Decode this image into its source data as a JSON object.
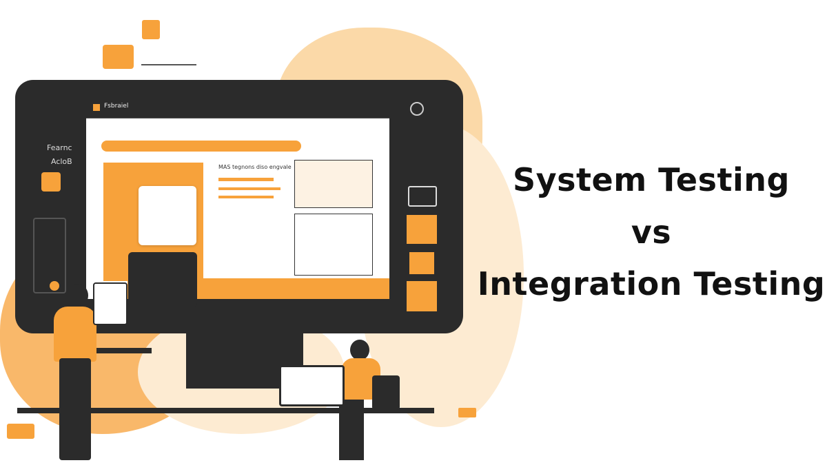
{
  "headline": {
    "line1": "System Testing",
    "line2": "vs",
    "line3": "Integration Testing"
  },
  "illustration": {
    "monitor_logo_text": "Fsbraiel",
    "side_labels": [
      "Fearnc",
      "AcloB"
    ],
    "heading_text": "MAS tegnons diso engvale"
  },
  "colors": {
    "accent": "#f7a23b",
    "dark": "#2b2b2b",
    "light_accent": "#fde6c4",
    "text": "#111111"
  }
}
